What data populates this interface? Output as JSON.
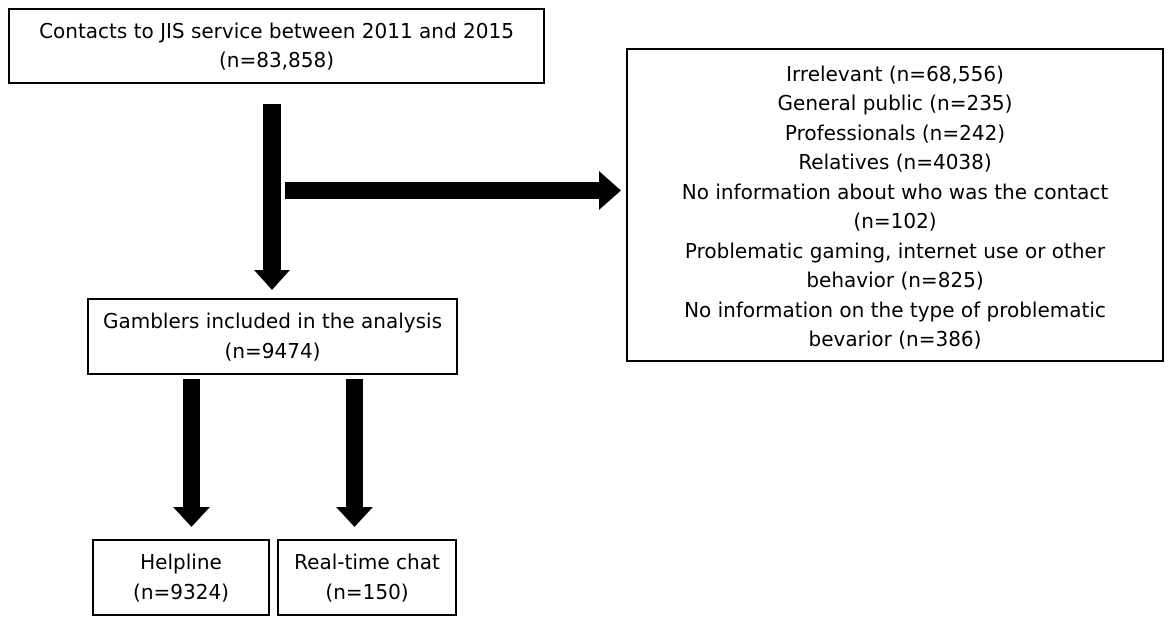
{
  "flow": {
    "top": {
      "line1": "Contacts to JIS service between 2011 and 2015",
      "line2": "(n=83,858)"
    },
    "excluded": {
      "lines": [
        "Irrelevant (n=68,556)",
        "General public (n=235)",
        "Professionals (n=242)",
        "Relatives (n=4038)",
        "No information about who was the contact",
        "(n=102)",
        "Problematic gaming, internet use or other",
        "behavior (n=825)",
        "No information on the type of problematic",
        "bevarior (n=386)"
      ]
    },
    "included": {
      "line1": "Gamblers included in the analysis",
      "line2": "(n=9474)"
    },
    "helpline": {
      "line1": "Helpline",
      "line2": "(n=9324)"
    },
    "chat": {
      "line1": "Real-time chat",
      "line2": "(n=150)"
    }
  },
  "colors": {
    "stroke": "#000000",
    "background": "#ffffff"
  }
}
